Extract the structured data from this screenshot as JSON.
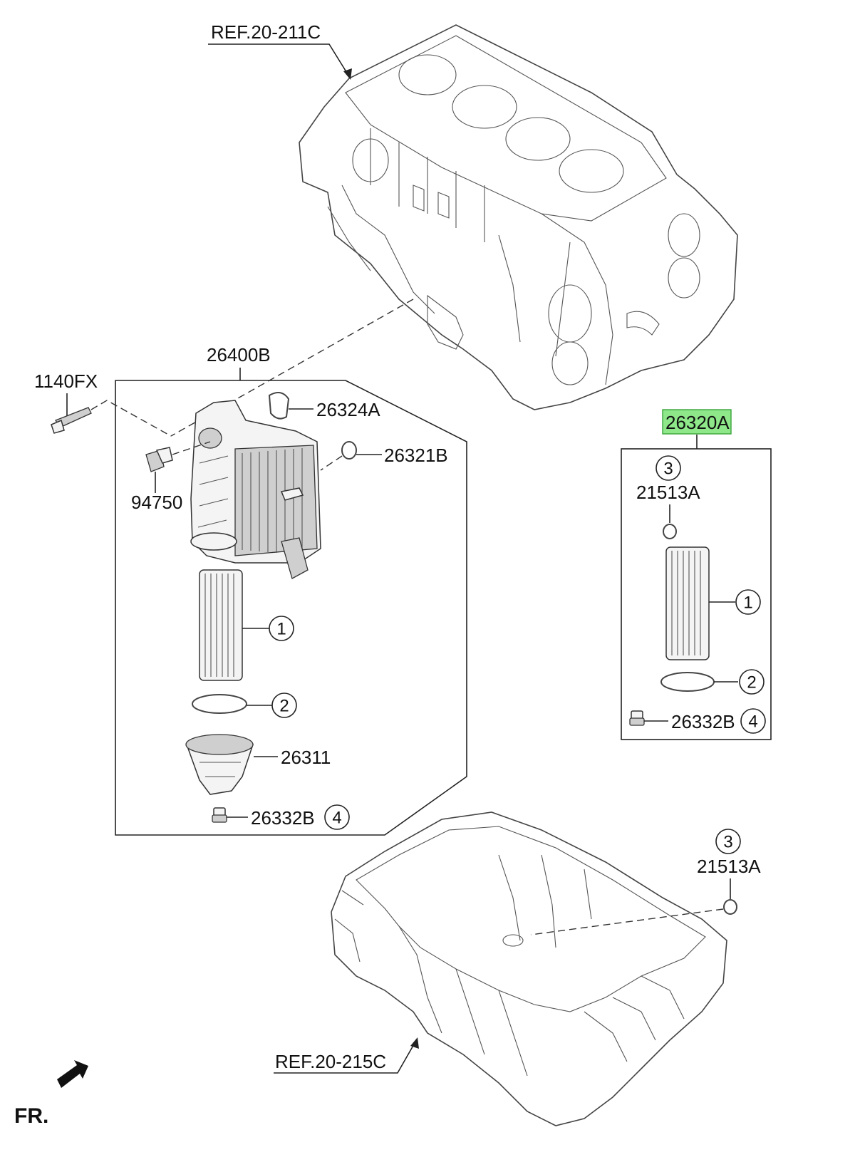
{
  "labels": {
    "ref_top": "REF.20-211C",
    "ref_bottom": "REF.20-215C",
    "assy_left": "26400B",
    "assy_right": "26320A",
    "bolt": "1140FX",
    "gasket_a": "26324A",
    "oring_b": "26321B",
    "sensor": "94750",
    "cap": "26311",
    "plug_left": "26332B",
    "plug_right": "26332B",
    "oring_right": "21513A",
    "oring_pan": "21513A",
    "front": "FR."
  },
  "callouts": {
    "filter_left": "1",
    "seal_left": "2",
    "plug_left": "4",
    "oring_right": "3",
    "filter_right": "1",
    "seal_right": "2",
    "plug_right": "4",
    "oring_pan": "3"
  },
  "colors": {
    "highlight": "#8ee88a",
    "line": "#222222"
  }
}
